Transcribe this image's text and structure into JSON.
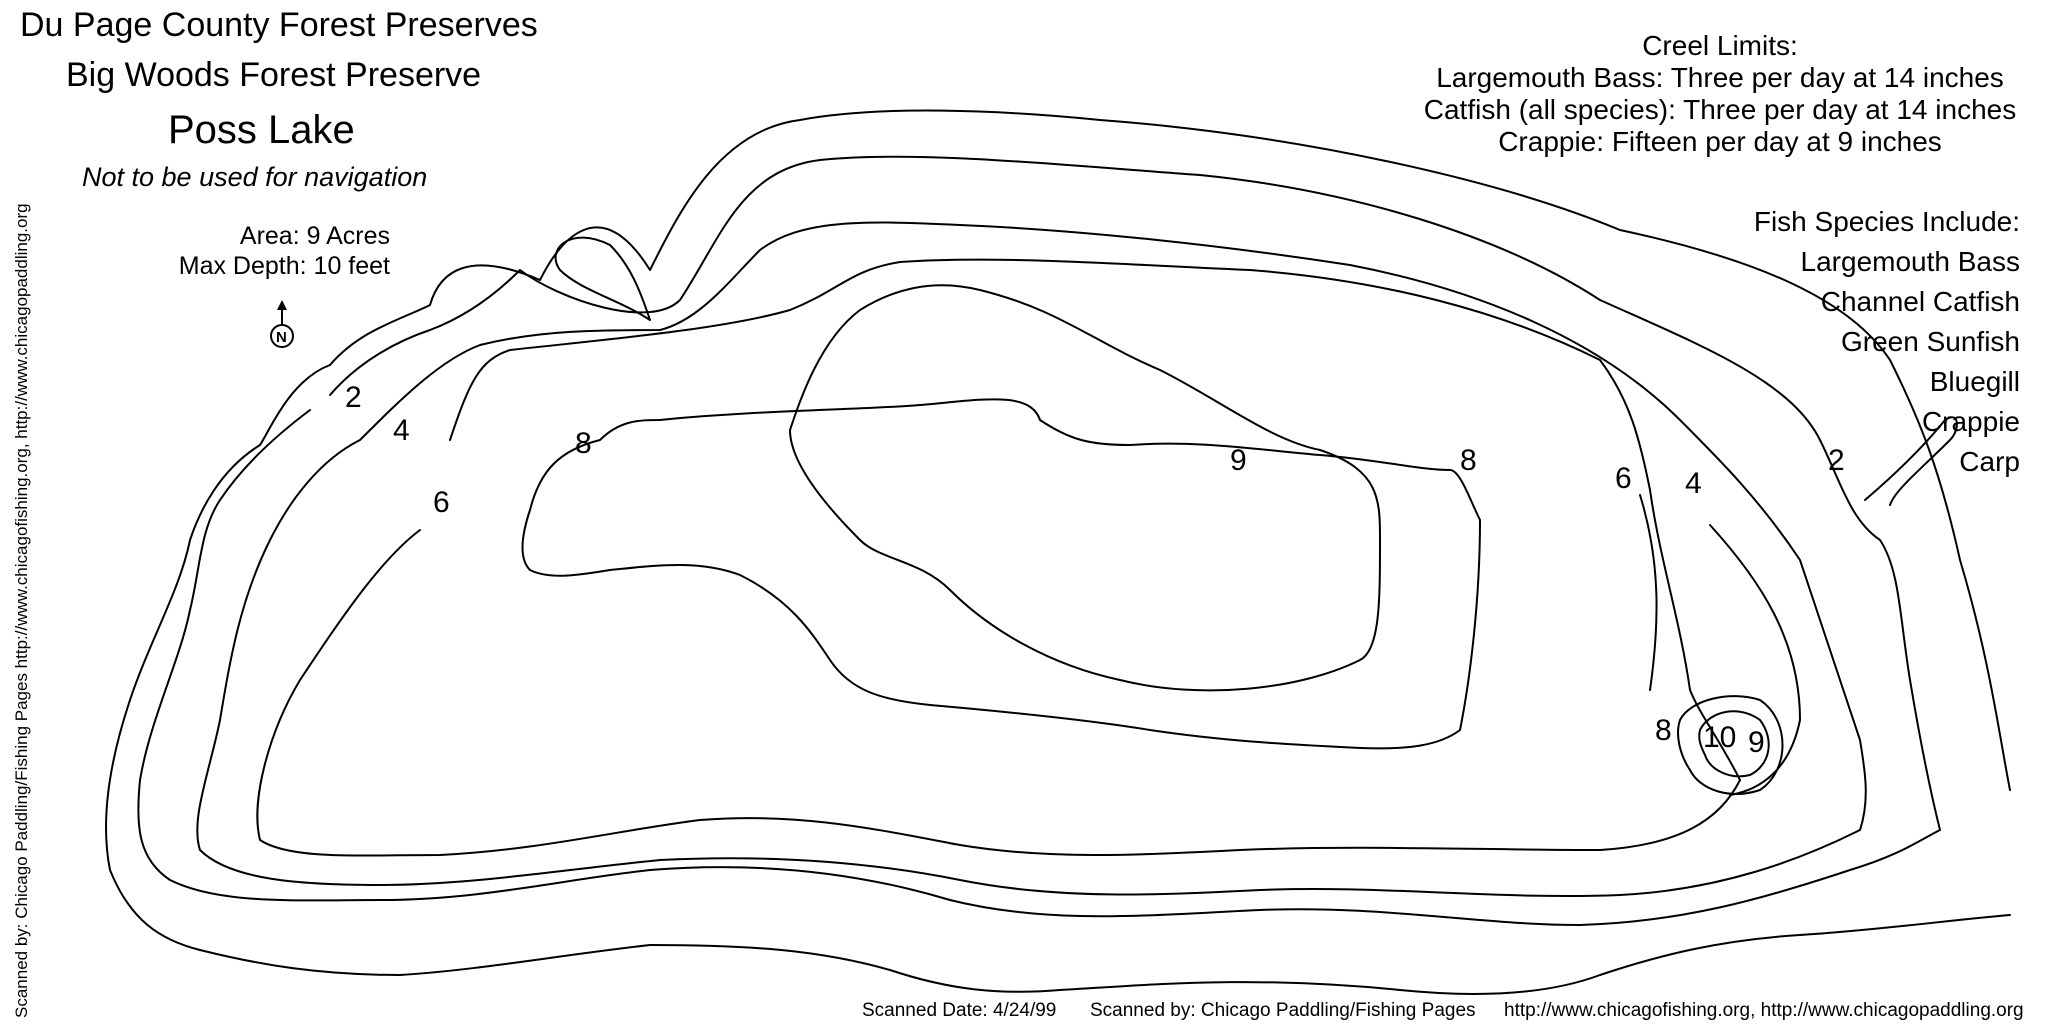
{
  "header": {
    "agency": "Du Page County Forest Preserves",
    "preserve": "Big Woods Forest Preserve",
    "lake_name": "Poss Lake",
    "disclaimer": "Not to be used for navigation"
  },
  "stats": {
    "area_label": "Area:",
    "area_value": "9 Acres",
    "depth_label": "Max Depth:",
    "depth_value": "10 feet"
  },
  "compass": {
    "icon": "north-arrow-icon",
    "letter": "N"
  },
  "creel": {
    "heading": "Creel Limits:",
    "limits": [
      "Largemouth Bass: Three per day at 14 inches",
      "Catfish (all species): Three per day at 14 inches",
      "Crappie: Fifteen per day at 9 inches"
    ]
  },
  "species": {
    "heading": "Fish Species Include:",
    "items": [
      "Largemouth Bass",
      "Channel Catfish",
      "Green Sunfish",
      "Bluegill",
      "Crappie",
      "Carp"
    ]
  },
  "depth_labels": [
    "2",
    "4",
    "6",
    "8",
    "9",
    "8",
    "6",
    "4",
    "2",
    "8",
    "10",
    "9"
  ],
  "footer": {
    "scanned_date": "Scanned Date: 4/24/99",
    "scanned_by": "Scanned by: Chicago Paddling/Fishing Pages",
    "urls": "http://www.chicagofishing.org, http://www.chicagopaddling.org"
  },
  "side_text": "Scanned by: Chicago Paddling/Fishing Pages    http://www.chicagofishing.org, http://www.chicagopaddling.org"
}
